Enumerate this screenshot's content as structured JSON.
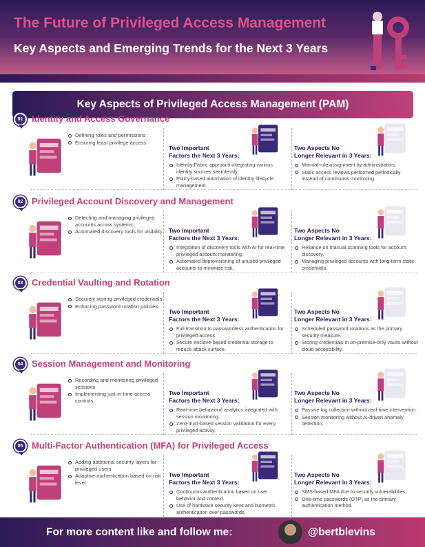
{
  "header": {
    "title": "The Future of Privileged Access Management",
    "subtitle": "Key Aspects and Emerging Trends for the Next 3 Years"
  },
  "banner": "Key Aspects of Privileged Access Management (PAM)",
  "col_heading_important": [
    "Two Important",
    "Factors the Next 3 Years:"
  ],
  "col_heading_irrelevant": [
    "Two Aspects No",
    "Longer Relevant in 3 Years:"
  ],
  "sections": [
    {
      "num": "01",
      "title": "Identity and Access Governance",
      "aspects": [
        "Defining roles and permissions",
        "Ensuring least privilege access"
      ],
      "important": [
        "Identity Fabric approach integrating various identity sources seamlessly.",
        "Policy-based automation of identity lifecycle management."
      ],
      "irrelevant": [
        "Manual role assignment by administrators.",
        "Static access reviews performed periodically instead of continuous monitoring."
      ]
    },
    {
      "num": "02",
      "title": "Privileged Account Discovery and Management",
      "aspects": [
        "Detecting and managing privileged accounts across systems",
        "Automated discovery tools for visibility"
      ],
      "important": [
        "Integration of discovery tools with AI for real-time privileged account monitoring.",
        "Automated deprovisioning of unused privileged accounts to minimize risk."
      ],
      "irrelevant": [
        "Reliance on manual scanning tools for account discovery.",
        "Managing privileged accounts with long-term static credentials."
      ]
    },
    {
      "num": "03",
      "title": "Credential Vaulting and Rotation",
      "aspects": [
        "Securely storing privileged credentials",
        "Enforcing password rotation policies"
      ],
      "important": [
        "Full transition to passwordless authentication for privileged access.",
        "Secure enclave-based credential storage to reduce attack surface."
      ],
      "irrelevant": [
        "Scheduled password rotations as the primary security measure.",
        "Storing credentials in on-premise-only vaults without cloud accessibility."
      ]
    },
    {
      "num": "04",
      "title": "Session Management and Monitoring",
      "aspects": [
        "Recording and monitoring privileged sessions",
        "Implementing just-in-time access controls"
      ],
      "important": [
        "Real-time behavioral analytics integrated with session monitoring.",
        "Zero-trust-based session validation for every privileged activity."
      ],
      "irrelevant": [
        "Passive log collection without real-time intervention.",
        "Session monitoring without AI-driven anomaly detection."
      ]
    },
    {
      "num": "05",
      "title": "Multi-Factor Authentication (MFA) for Privileged Access",
      "aspects": [
        "Adding additional security layers for privileged users",
        "Adaptive authentication based on risk level"
      ],
      "important": [
        "Continuous authentication based on user behavior and context.",
        "Use of hardware security keys and biometric authentication over passwords."
      ],
      "irrelevant": [
        "SMS-based MFA due to security vulnerabilities.",
        "One-time passwords (OTP) as the primary authentication method."
      ]
    }
  ],
  "footer": {
    "cta": "For more content like and follow me:",
    "handle": "@bertblevins"
  },
  "colors": {
    "purple": "#2a1a58",
    "pink": "#c0407a"
  }
}
